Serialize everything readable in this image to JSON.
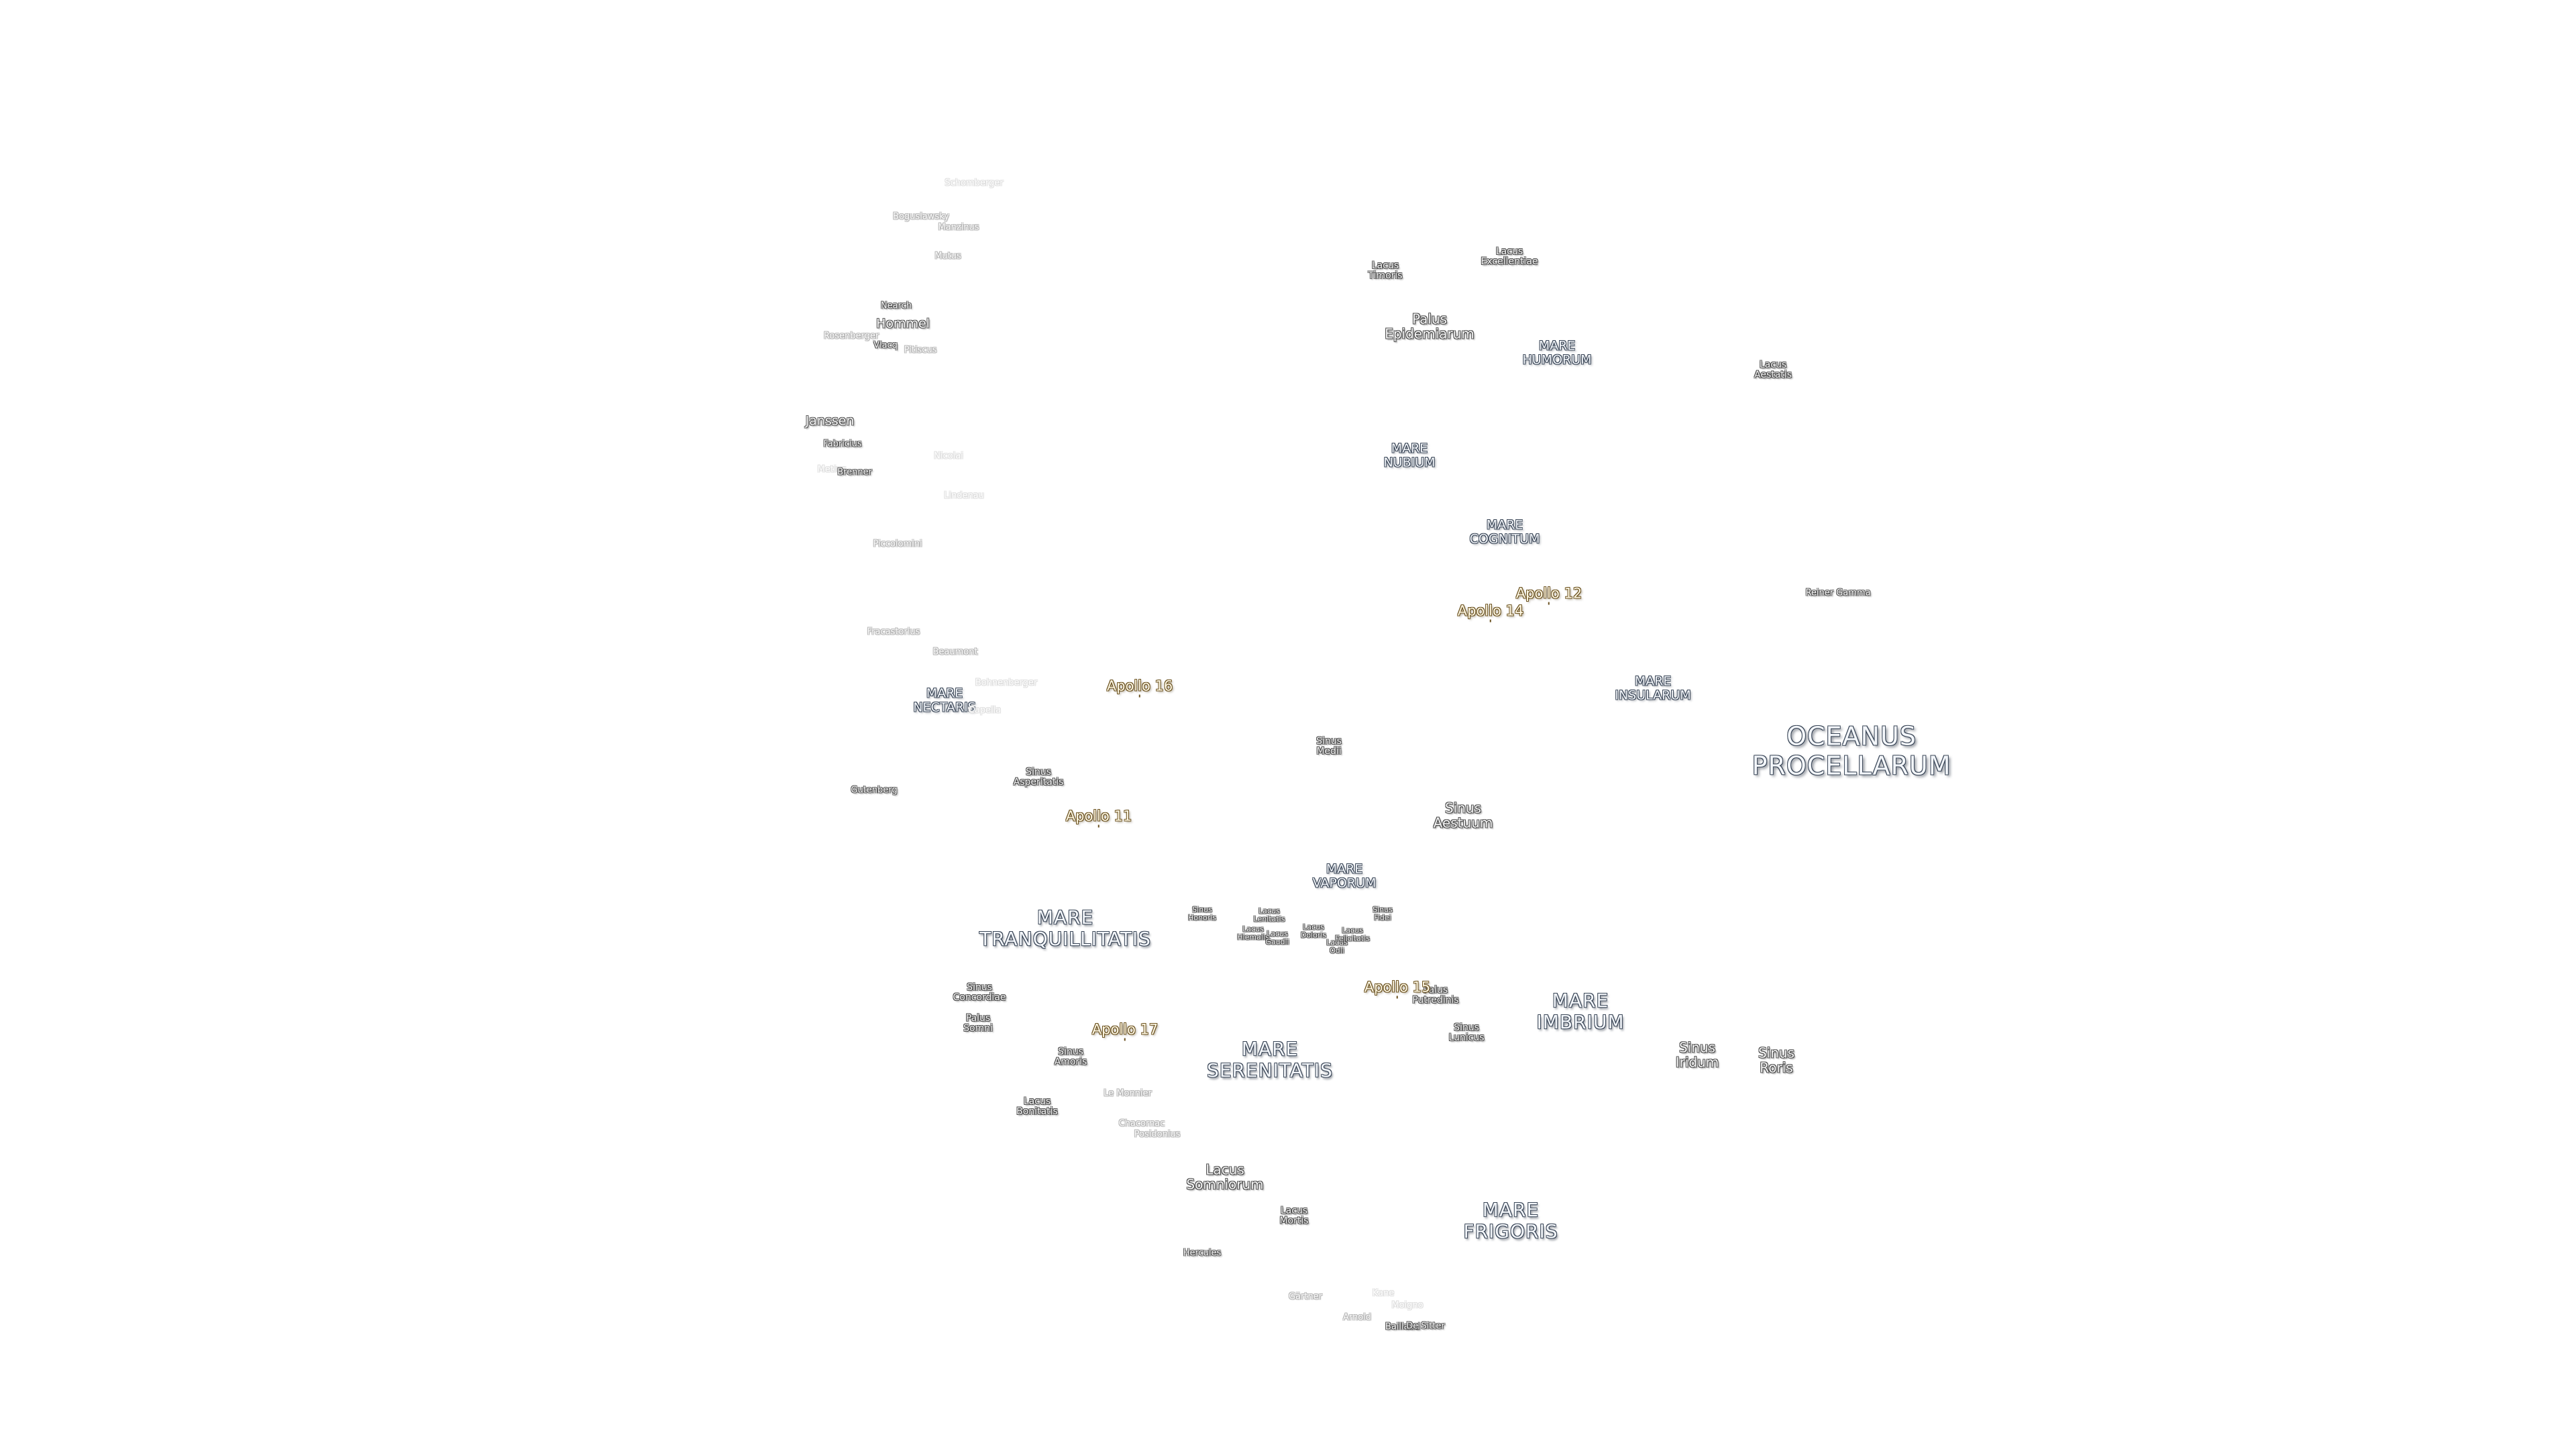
{
  "map": {
    "labels": [
      {
        "text": "OCEANUS\nPROCELLARUM",
        "kind": "ocean"
      },
      {
        "text": "MARE\nTRANQUILLITATIS",
        "kind": "mare"
      },
      {
        "text": "MARE\nSERENITATIS",
        "kind": "mare"
      },
      {
        "text": "MARE\nIMBRIUM",
        "kind": "mare"
      },
      {
        "text": "MARE\nFRIGORIS",
        "kind": "mare"
      },
      {
        "text": "MARE\nNUBIUM",
        "kind": "mare-s"
      },
      {
        "text": "MARE\nHUMORUM",
        "kind": "mare-s"
      },
      {
        "text": "MARE\nCOGNITUM",
        "kind": "mare-s"
      },
      {
        "text": "MARE\nINSULARUM",
        "kind": "mare-s"
      },
      {
        "text": "MARE\nNECTARIS",
        "kind": "mare-s"
      },
      {
        "text": "MARE\nVAPORUM",
        "kind": "mare-s"
      },
      {
        "text": "Lacus\nExcellentiae",
        "kind": "minor"
      },
      {
        "text": "Lacus\nTimoris",
        "kind": "minor"
      },
      {
        "text": "Palus\nEpidemiarum",
        "kind": "minor-l"
      },
      {
        "text": "Lacus\nAestatis",
        "kind": "minor"
      },
      {
        "text": "Sinus\nMedii",
        "kind": "minor"
      },
      {
        "text": "Sinus\nAestuum",
        "kind": "minor-l"
      },
      {
        "text": "Sinus\nAsperitatis",
        "kind": "minor"
      },
      {
        "text": "Sinus\nHonoris",
        "kind": "minor-xs"
      },
      {
        "text": "Lacus\nLenitatis",
        "kind": "minor-xs"
      },
      {
        "text": "Lacus\nHiemalis",
        "kind": "minor-xs"
      },
      {
        "text": "Lacus\nGaudii",
        "kind": "minor-xs"
      },
      {
        "text": "Lacus\nDoloris",
        "kind": "minor-xs"
      },
      {
        "text": "Lacus\nOdii",
        "kind": "minor-xs"
      },
      {
        "text": "Lacus\nFelicitatis",
        "kind": "minor-xs"
      },
      {
        "text": "Sinus\nFidei",
        "kind": "minor-xs"
      },
      {
        "text": "Palus\nPutredinis",
        "kind": "minor"
      },
      {
        "text": "Sinus\nLunicus",
        "kind": "minor"
      },
      {
        "text": "Sinus\nIridum",
        "kind": "minor-l"
      },
      {
        "text": "Sinus\nRoris",
        "kind": "minor-l"
      },
      {
        "text": "Sinus\nConcordiae",
        "kind": "minor"
      },
      {
        "text": "Palus\nSomni",
        "kind": "minor"
      },
      {
        "text": "Sinus\nAmoris",
        "kind": "minor"
      },
      {
        "text": "Lacus\nBonitatis",
        "kind": "minor"
      },
      {
        "text": "Lacus\nSomniorum",
        "kind": "minor-l"
      },
      {
        "text": "Lacus\nMortis",
        "kind": "minor"
      },
      {
        "text": "Reiner Gamma",
        "kind": "crater"
      },
      {
        "text": "Schomberger",
        "kind": "crater-ghost"
      },
      {
        "text": "Boguslawsky",
        "kind": "crater-faint"
      },
      {
        "text": "Manzinus",
        "kind": "crater-faint"
      },
      {
        "text": "Mutus",
        "kind": "crater-faint"
      },
      {
        "text": "Nearch",
        "kind": "crater"
      },
      {
        "text": "Hommel",
        "kind": "crater-l"
      },
      {
        "text": "Rosenberger",
        "kind": "crater-faint"
      },
      {
        "text": "Vlacq",
        "kind": "crater"
      },
      {
        "text": "Pitiscus",
        "kind": "crater-faint"
      },
      {
        "text": "Janssen",
        "kind": "crater-l"
      },
      {
        "text": "Fabricius",
        "kind": "crater"
      },
      {
        "text": "Metius",
        "kind": "crater-ghost"
      },
      {
        "text": "Brenner",
        "kind": "crater"
      },
      {
        "text": "Nicolai",
        "kind": "crater-ghost"
      },
      {
        "text": "Lindenau",
        "kind": "crater-ghost"
      },
      {
        "text": "Piccolomini",
        "kind": "crater-faint"
      },
      {
        "text": "Fracastorius",
        "kind": "crater-faint"
      },
      {
        "text": "Beaumont",
        "kind": "crater-faint"
      },
      {
        "text": "Bohnenberger",
        "kind": "crater-ghost"
      },
      {
        "text": "Capella",
        "kind": "crater-ghost"
      },
      {
        "text": "Gutenberg",
        "kind": "crater"
      },
      {
        "text": "Le Monnier",
        "kind": "crater-faint"
      },
      {
        "text": "Chacornac",
        "kind": "crater-faint"
      },
      {
        "text": "Posidonius",
        "kind": "crater-faint"
      },
      {
        "text": "Hercules",
        "kind": "crater"
      },
      {
        "text": "Gärtner",
        "kind": "crater-faint"
      },
      {
        "text": "Arnold",
        "kind": "crater-faint"
      },
      {
        "text": "Baillaud",
        "kind": "crater"
      },
      {
        "text": "De Sitter",
        "kind": "crater"
      },
      {
        "text": "Kane",
        "kind": "crater-ghost"
      },
      {
        "text": "Moigno",
        "kind": "crater-ghost"
      },
      {
        "text": "Apollo 12",
        "kind": "apollo"
      },
      {
        "text": "Apollo 14",
        "kind": "apollo"
      },
      {
        "text": "Apollo 16",
        "kind": "apollo"
      },
      {
        "text": "Apollo 11",
        "kind": "apollo"
      },
      {
        "text": "Apollo 17",
        "kind": "apollo"
      },
      {
        "text": "Apollo 15",
        "kind": "apollo"
      }
    ]
  }
}
